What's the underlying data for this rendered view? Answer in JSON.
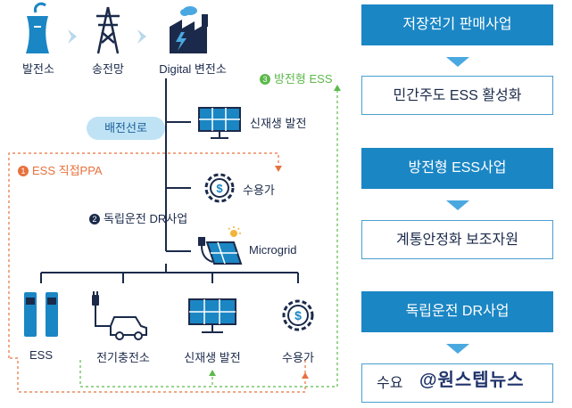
{
  "top_chain": {
    "plant_label": "발전소",
    "transmission_label": "송전망",
    "substation_label": "Digital 변전소"
  },
  "feeder_label": "배전선로",
  "branch": {
    "renewable_label": "신재생 발전",
    "consumer_label": "수용가",
    "microgrid_label": "Microgrid"
  },
  "markers": {
    "m1_num": "1",
    "m1_text": "ESS 직접PPA",
    "m2_num": "2",
    "m2_text": "독립운전 DR사업",
    "m3_num": "3",
    "m3_text": "방전형 ESS"
  },
  "bottom_row": {
    "ess_label": "ESS",
    "charger_label": "전기충전소",
    "renewable_label": "신재생 발전",
    "consumer_label": "수용가"
  },
  "flow": {
    "step1": "저장전기 판매사업",
    "step2": "민간주도 ESS 활성화",
    "step3": "방전형 ESS사업",
    "step4": "계통안정화 보조자원",
    "step5": "독립운전 DR사업",
    "step6_visible": "수요"
  },
  "watermark": "@원스텝뉴스",
  "colors": {
    "navy": "#1b2a4a",
    "blue": "#1b86c4",
    "light_blue": "#bfe3f5",
    "orange": "#e8703c",
    "green": "#5cb94a",
    "arrow": "#4aa8e0"
  }
}
